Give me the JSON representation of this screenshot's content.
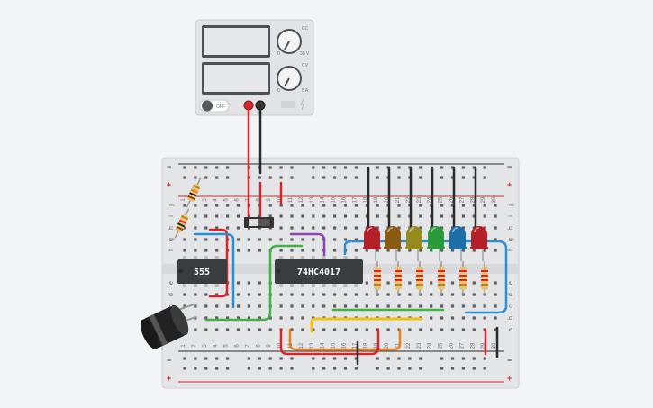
{
  "power_supply": {
    "switch_label": "OFF",
    "knob_top_labels": [
      "0",
      "30 V",
      "CC"
    ],
    "knob_bottom_labels": [
      "0",
      "5 A",
      "CV"
    ]
  },
  "breadboard": {
    "rail_plus": "+",
    "rail_minus": "−",
    "row_letters_top": [
      "j",
      "i",
      "h",
      "g",
      "f"
    ],
    "row_letters_bottom": [
      "e",
      "d",
      "c",
      "b",
      "a"
    ],
    "column_numbers_top": [
      "1",
      "2",
      "3",
      "4",
      "5",
      "6",
      "7",
      "8",
      "9",
      "10",
      "11",
      "12",
      "13",
      "14",
      "15",
      "16",
      "17",
      "18",
      "19",
      "20",
      "21",
      "22",
      "23",
      "24",
      "25",
      "26",
      "27",
      "28",
      "29",
      "30"
    ],
    "column_numbers_bottom": [
      "1",
      "2",
      "3",
      "4",
      "5",
      "6",
      "7",
      "8",
      "9",
      "10",
      "11",
      "12",
      "13",
      "14",
      "15",
      "16",
      "17",
      "18",
      "19",
      "20",
      "21",
      "22",
      "23",
      "24",
      "25",
      "26",
      "27",
      "28",
      "29",
      "30"
    ]
  },
  "components": {
    "timer_chip": "555",
    "counter_chip": "74HC4017"
  },
  "colors": {
    "wire_red": "#d9262c",
    "wire_black": "#2b2b2b",
    "wire_blue": "#2b8fd6",
    "wire_green": "#44b045",
    "wire_purple": "#8e44ad",
    "wire_orange": "#e67e22",
    "wire_yellow": "#f1c40f",
    "led_colors": [
      "#b3202a",
      "#8a5a14",
      "#948a1e",
      "#2a9a3a",
      "#1d6fa8",
      "#b3202a"
    ]
  }
}
